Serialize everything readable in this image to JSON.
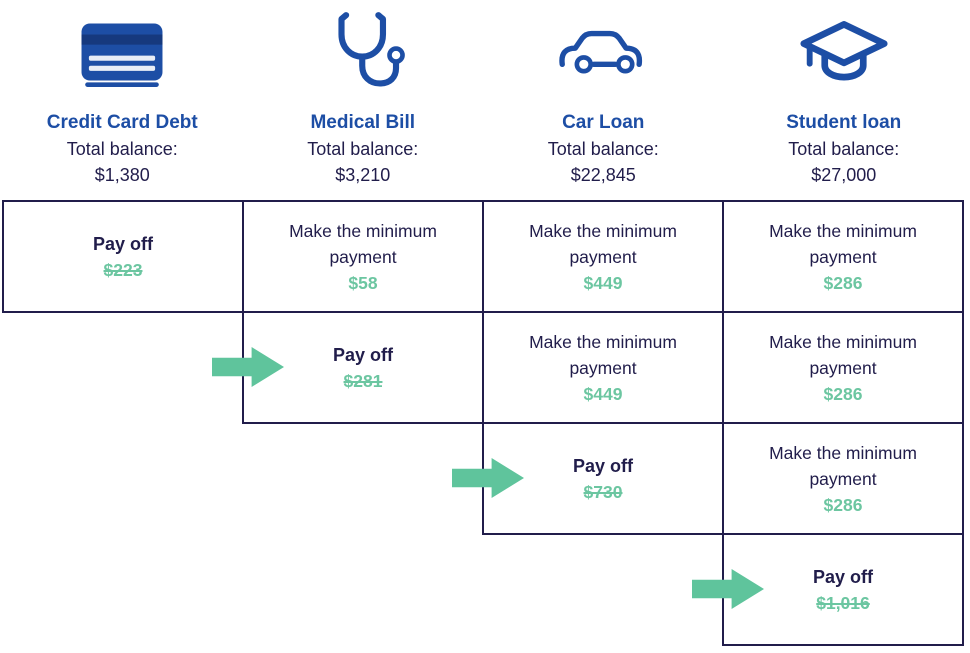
{
  "colors": {
    "brand_blue": "#1D4EA5",
    "navy": "#211D4B",
    "green": "#6CC6A1",
    "arrow_green": "#5FC49C"
  },
  "debts": [
    {
      "icon": "credit-card-icon",
      "title": "Credit Card Debt",
      "balance_label": "Total balance:",
      "balance": "$1,380"
    },
    {
      "icon": "stethoscope-icon",
      "title": "Medical Bill",
      "balance_label": "Total balance:",
      "balance": "$3,210"
    },
    {
      "icon": "car-icon",
      "title": "Car Loan",
      "balance_label": "Total balance:",
      "balance": "$22,845"
    },
    {
      "icon": "graduation-cap-icon",
      "title": "Student loan",
      "balance_label": "Total balance:",
      "balance": "$27,000"
    }
  ],
  "cells": {
    "r0c0": {
      "type": "payoff",
      "label": "Pay off",
      "amount": "$223"
    },
    "r0c1": {
      "type": "minimum",
      "label": "Make the minimum payment",
      "amount": "$58"
    },
    "r0c2": {
      "type": "minimum",
      "label": "Make the minimum payment",
      "amount": "$449"
    },
    "r0c3": {
      "type": "minimum",
      "label": "Make the minimum payment",
      "amount": "$286"
    },
    "r1c1": {
      "type": "payoff",
      "label": "Pay off",
      "amount": "$281"
    },
    "r1c2": {
      "type": "minimum",
      "label": "Make the minimum payment",
      "amount": "$449"
    },
    "r1c3": {
      "type": "minimum",
      "label": "Make the minimum payment",
      "amount": "$286"
    },
    "r2c2": {
      "type": "payoff",
      "label": "Pay off",
      "amount": "$730"
    },
    "r2c3": {
      "type": "minimum",
      "label": "Make the minimum payment",
      "amount": "$286"
    },
    "r3c3": {
      "type": "payoff",
      "label": "Pay off",
      "amount": "$1,016"
    }
  }
}
